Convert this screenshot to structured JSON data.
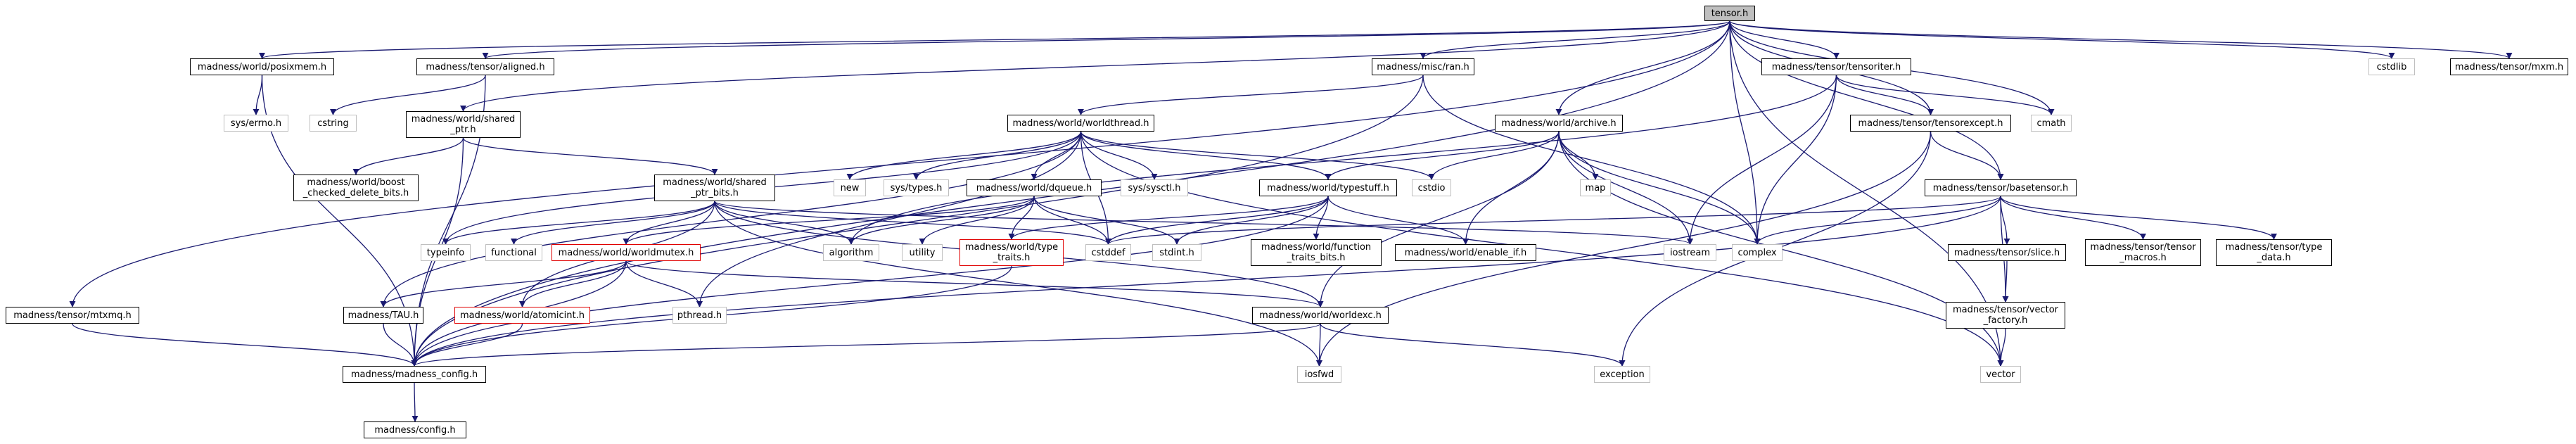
{
  "colors": {
    "edge": "#191970",
    "root_fill": "#bfbfbf",
    "external_border": "#bfbfbf",
    "warning_border": "#e00000"
  },
  "nodes": {
    "tensor_h": "tensor.h",
    "posixmem_h": "madness/world/posixmem.h",
    "aligned_h": "madness/tensor/aligned.h",
    "ran_h": "madness/misc/ran.h",
    "tensoriter_h": "madness/tensor/tensoriter.h",
    "cstdlib": "cstdlib",
    "mxm_h": "madness/tensor/mxm.h",
    "sys_errno_h": "sys/errno.h",
    "cstring": "cstring",
    "shared_ptr_h": "madness/world/shared\n_ptr.h",
    "worldthread_h": "madness/world/worldthread.h",
    "archive_h": "madness/world/archive.h",
    "tensorexcept_h": "madness/tensor/tensorexcept.h",
    "cmath": "cmath",
    "boost_checked_delete_h": "madness/world/boost\n_checked_delete_bits.h",
    "shared_ptr_bits_h": "madness/world/shared\n_ptr_bits.h",
    "new": "new",
    "sys_types_h": "sys/types.h",
    "dqueue_h": "madness/world/dqueue.h",
    "sys_sysctl_h": "sys/sysctl.h",
    "typestuff_h": "madness/world/typestuff.h",
    "cstdio": "cstdio",
    "map": "map",
    "basetensor_h": "madness/tensor/basetensor.h",
    "typeinfo": "typeinfo",
    "functional": "functional",
    "algorithm": "algorithm",
    "utility": "utility",
    "type_traits_h": "madness/world/type\n_traits.h",
    "cstddef": "cstddef",
    "stdint_h": "stdint.h",
    "function_traits_h": "madness/world/function\n_traits_bits.h",
    "enable_if_h": "madness/world/enable_if.h",
    "iostream": "iostream",
    "complex": "complex",
    "slice_h": "madness/tensor/slice.h",
    "tensor_macros_h": "madness/tensor/tensor\n_macros.h",
    "type_data_h": "madness/tensor/type\n_data.h",
    "worldmutex_h": "madness/world/worldmutex.h",
    "mtxmq_h": "madness/tensor/mtxmq.h",
    "tau_h": "madness/TAU.h",
    "atomicint_h": "madness/world/atomicint.h",
    "pthread_h": "pthread.h",
    "worldexc_h": "madness/world/worldexc.h",
    "vector_factory_h": "madness/tensor/vector\n_factory.h",
    "madness_config_h": "madness/madness_config.h",
    "iosfwd": "iosfwd",
    "exception": "exception",
    "vector": "vector",
    "config_h": "madness/config.h"
  }
}
